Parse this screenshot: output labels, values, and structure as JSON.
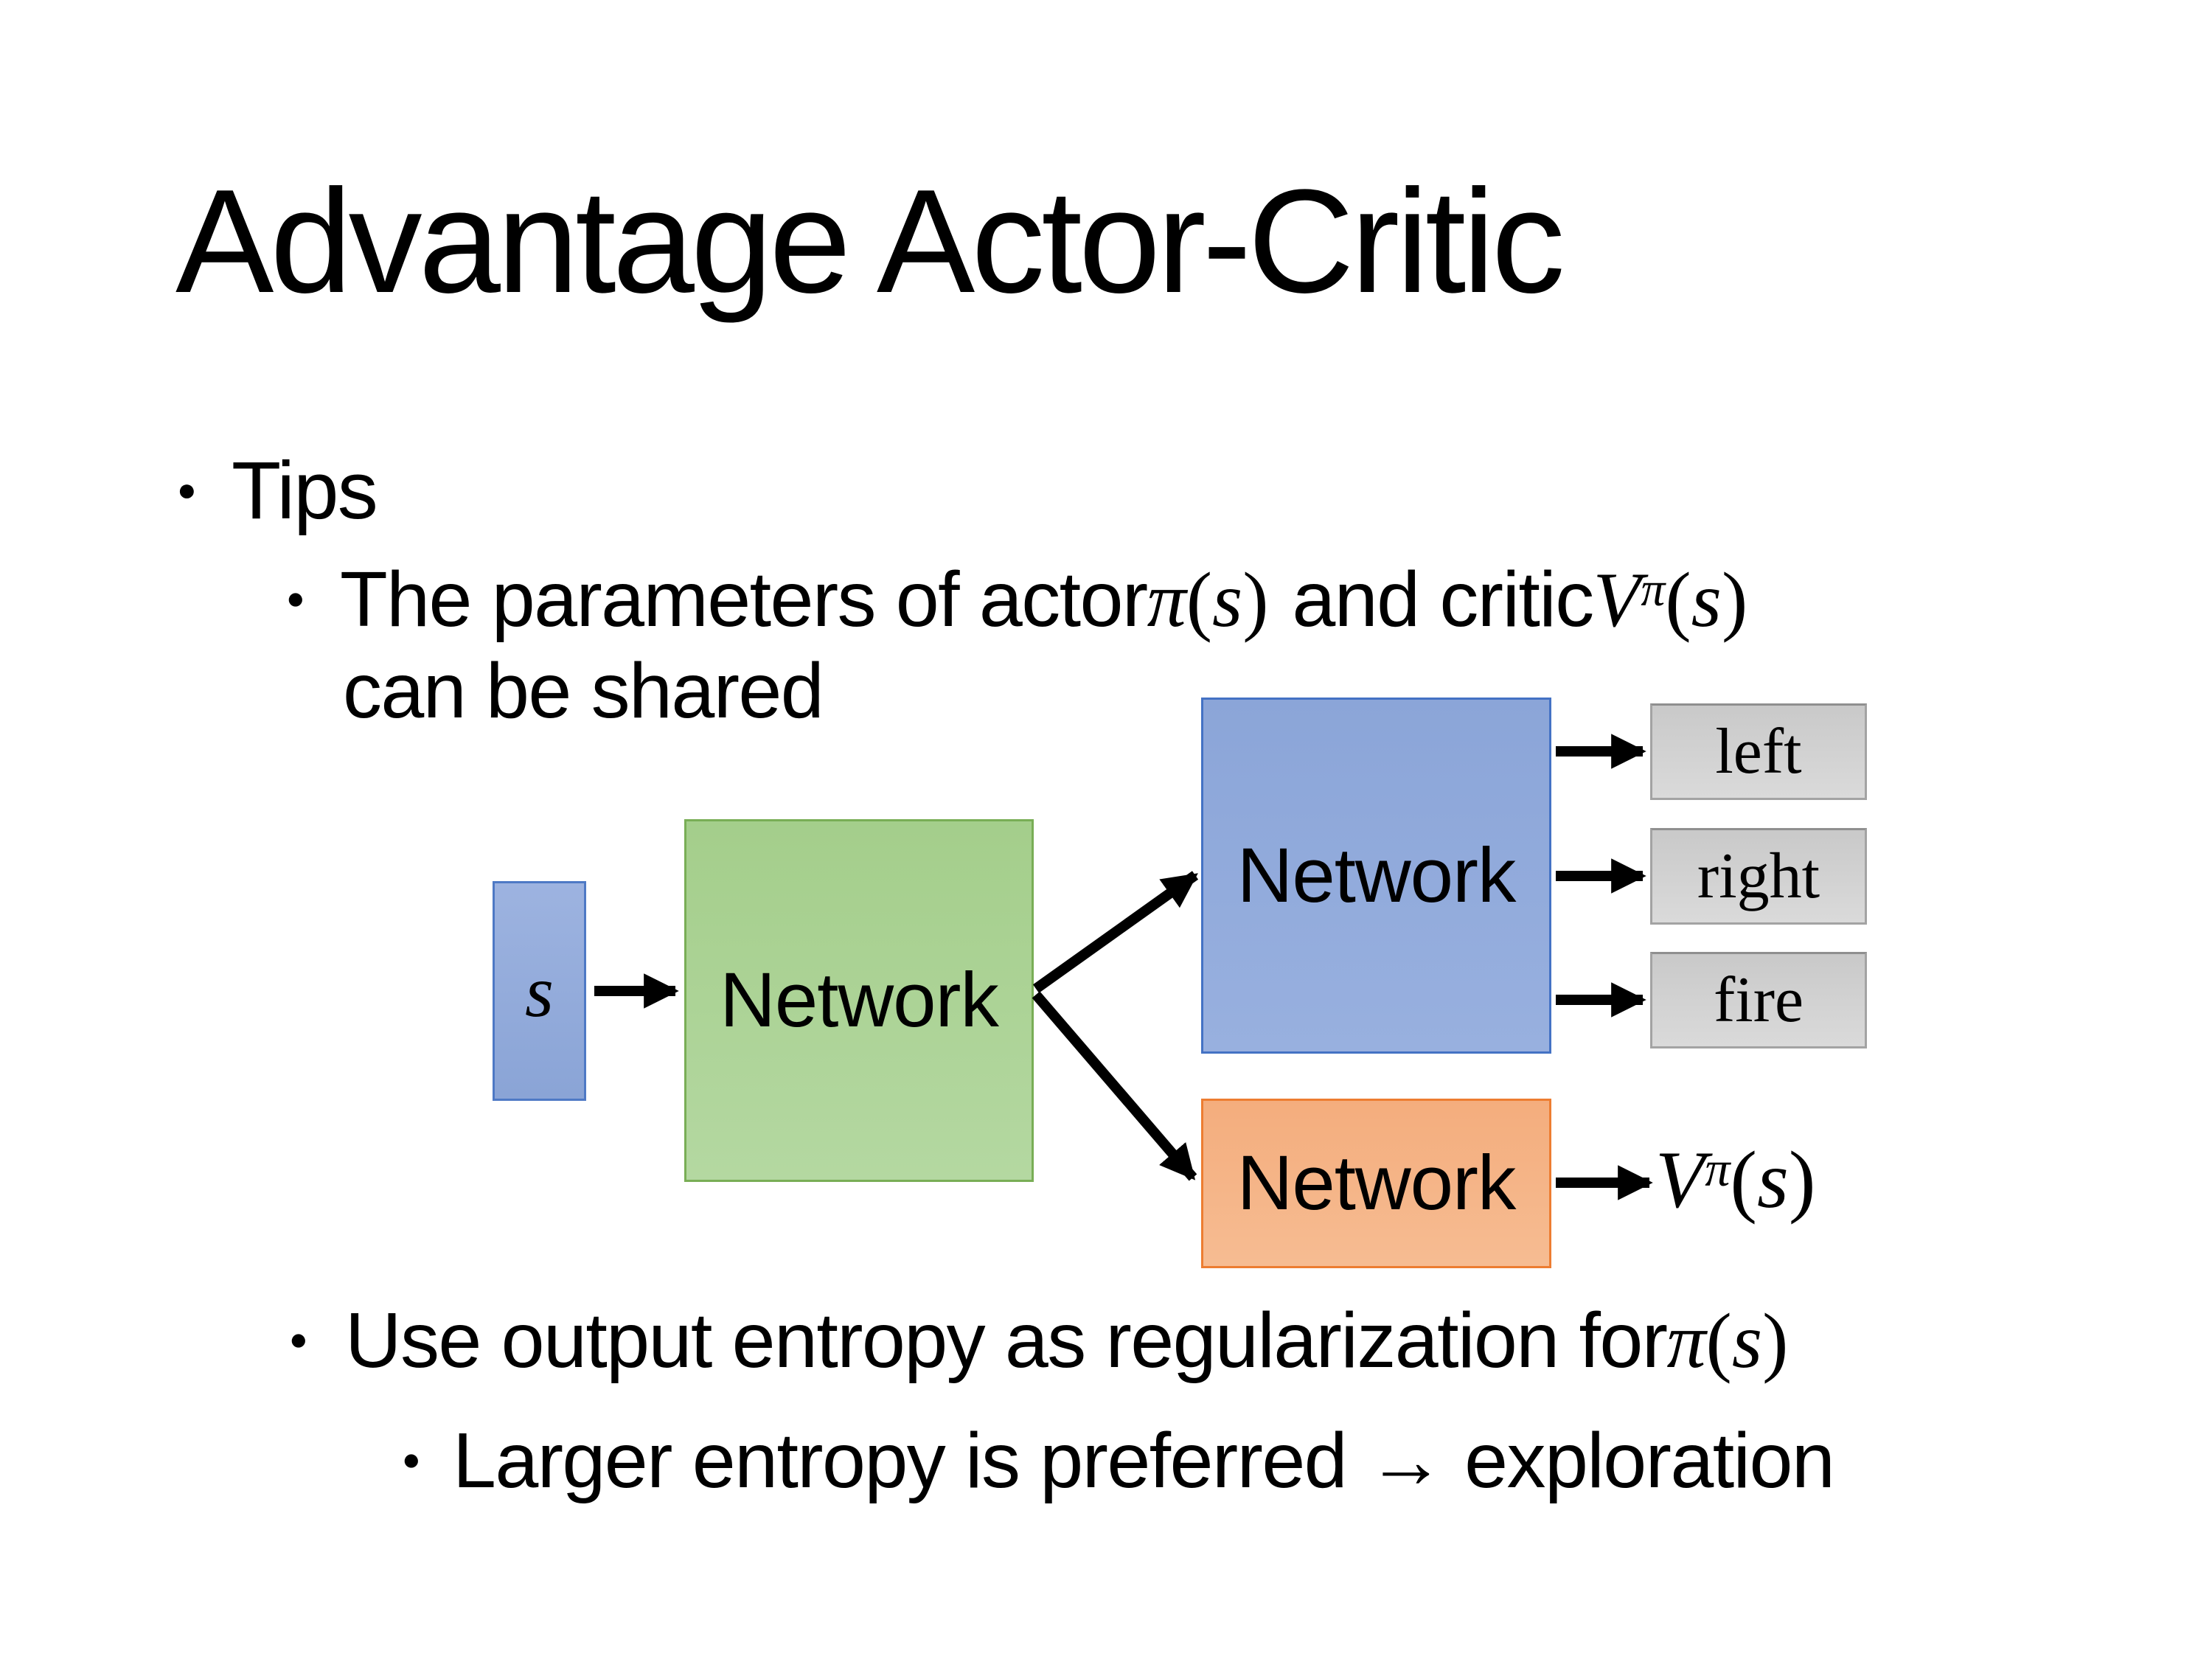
{
  "title": "Advantage Actor-Critic",
  "bullet_glyph": "●",
  "strings": {
    "tips": "Tips",
    "shared_pre": "The parameters of actor ",
    "shared_mid": " and critic ",
    "shared_line2": "can be shared",
    "entropy": "Use output entropy as regularization for ",
    "exploration": "Larger entropy is preferred → exploration"
  },
  "symbols": {
    "pi": "π",
    "s": "s",
    "V": "V",
    "paren_open": "(",
    "paren_close": ")"
  },
  "diagram": {
    "state_label": "s",
    "shared_network_label": "Network",
    "actor_network_label": "Network",
    "critic_network_label": "Network",
    "actions": [
      "left",
      "right",
      "fire"
    ]
  },
  "colors": {
    "background": "#FFFFFF",
    "text": "#000000",
    "state_box_fill": "#8FAADC",
    "state_box_border": "#4472C4",
    "shared_box_fill": "#A9D18E",
    "shared_box_border": "#70AD47",
    "actor_box_fill": "#8FAADC",
    "actor_box_border": "#4472C4",
    "critic_box_fill": "#F4B183",
    "critic_box_border": "#ED7D31",
    "action_box_fill": "#D0CECE",
    "action_box_border": "#A6A6A6",
    "arrow": "#000000"
  }
}
